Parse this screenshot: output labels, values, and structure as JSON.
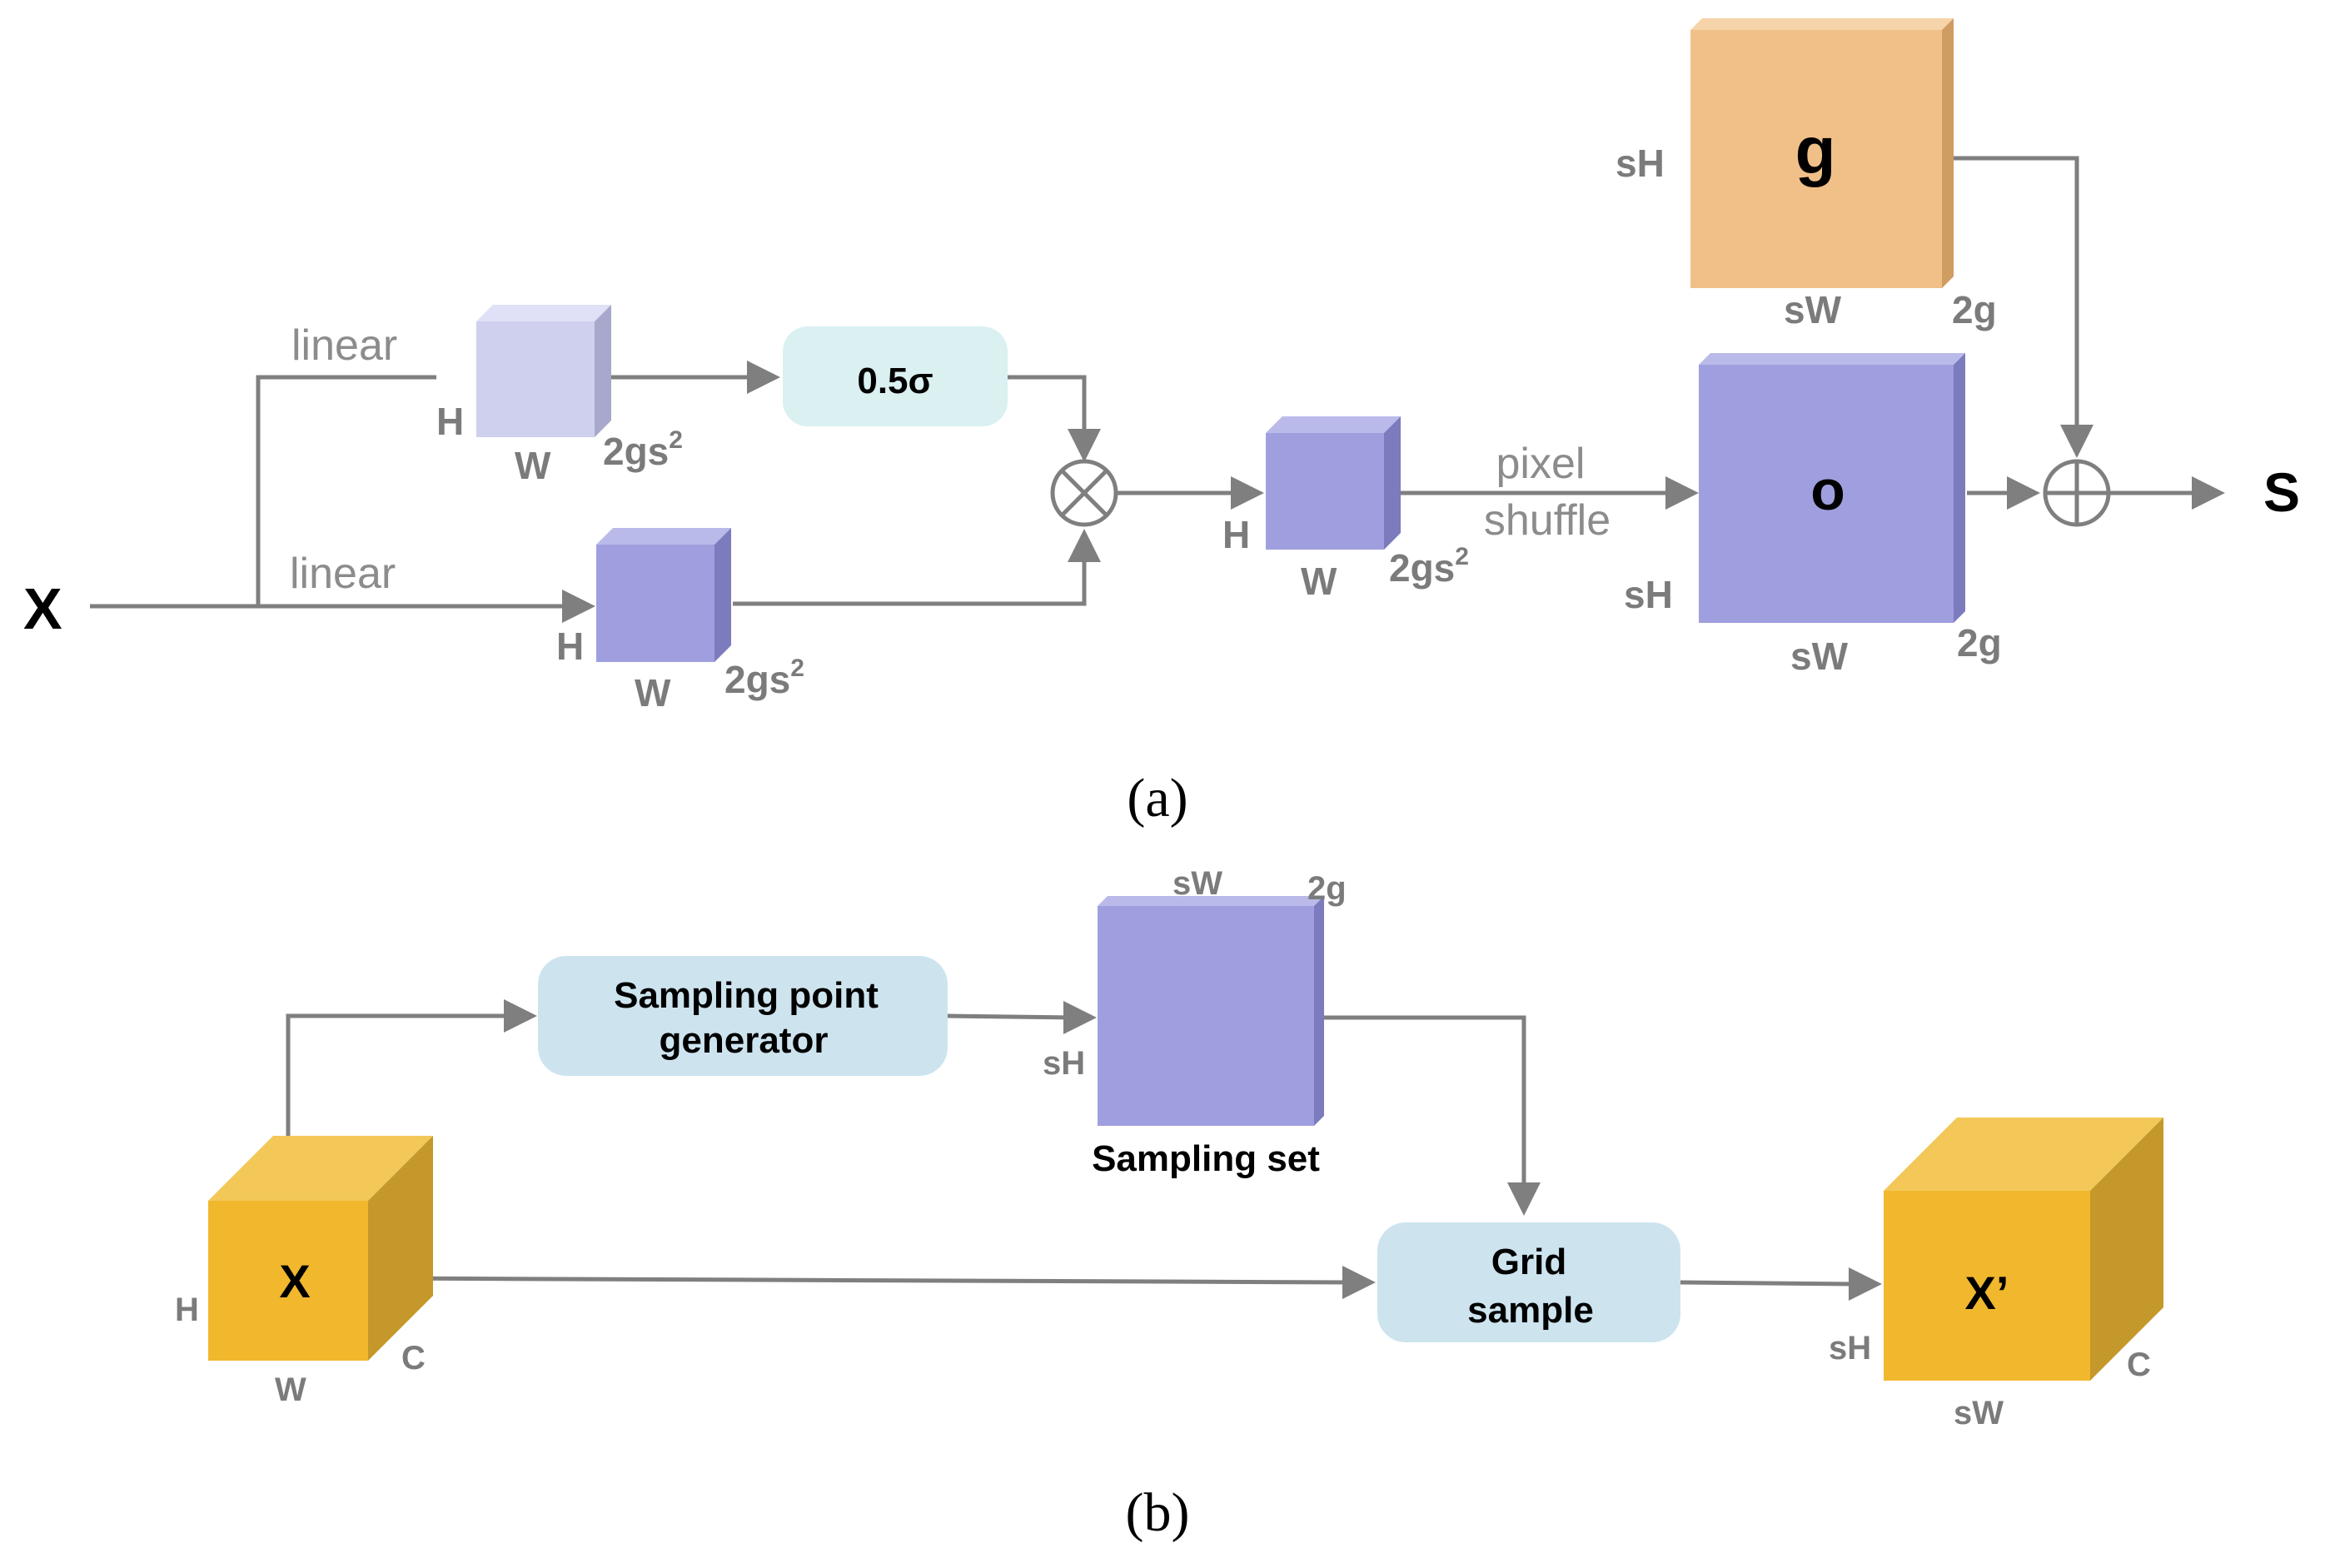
{
  "colors": {
    "arrow": "#7f7f7f",
    "light_purple": "#cfcfee",
    "purple": "#9f9fdf",
    "purple_dark": "#7b7bbd",
    "purple_top": "#babaea",
    "orange": "#f0c088",
    "orange_dark": "#cf9c62",
    "orange_top": "#f6d3a8",
    "yellow": "#f1b82e",
    "yellow_dark": "#c4982a",
    "yellow_top": "#f3c859",
    "teal_box": "#daf0f1",
    "blue_box": "#cde4ef"
  },
  "panel_a": {
    "input_label": "X",
    "linear_top": "linear",
    "linear_bottom": "linear",
    "sigma_label": "0.5σ",
    "pixel_shuffle_line1": "pixel",
    "pixel_shuffle_line2": "shuffle",
    "offset_label": "o",
    "grid_label": "g",
    "output_label": "S",
    "dims": {
      "h": "H",
      "w": "W",
      "channels": "2gs",
      "sup": "2",
      "sh": "sH",
      "sw": "sW",
      "two_g": "2g"
    },
    "caption": "(a)"
  },
  "panel_b": {
    "input_label": "X",
    "output_label": "X’",
    "generator_line1": "Sampling point",
    "generator_line2": "generator",
    "sampling_set_label": "Sampling set",
    "grid_sample_line1": "Grid",
    "grid_sample_line2": "sample",
    "dims": {
      "h": "H",
      "w": "W",
      "c": "C",
      "sh": "sH",
      "sw": "sW",
      "two_g": "2g"
    },
    "caption": "(b)"
  }
}
